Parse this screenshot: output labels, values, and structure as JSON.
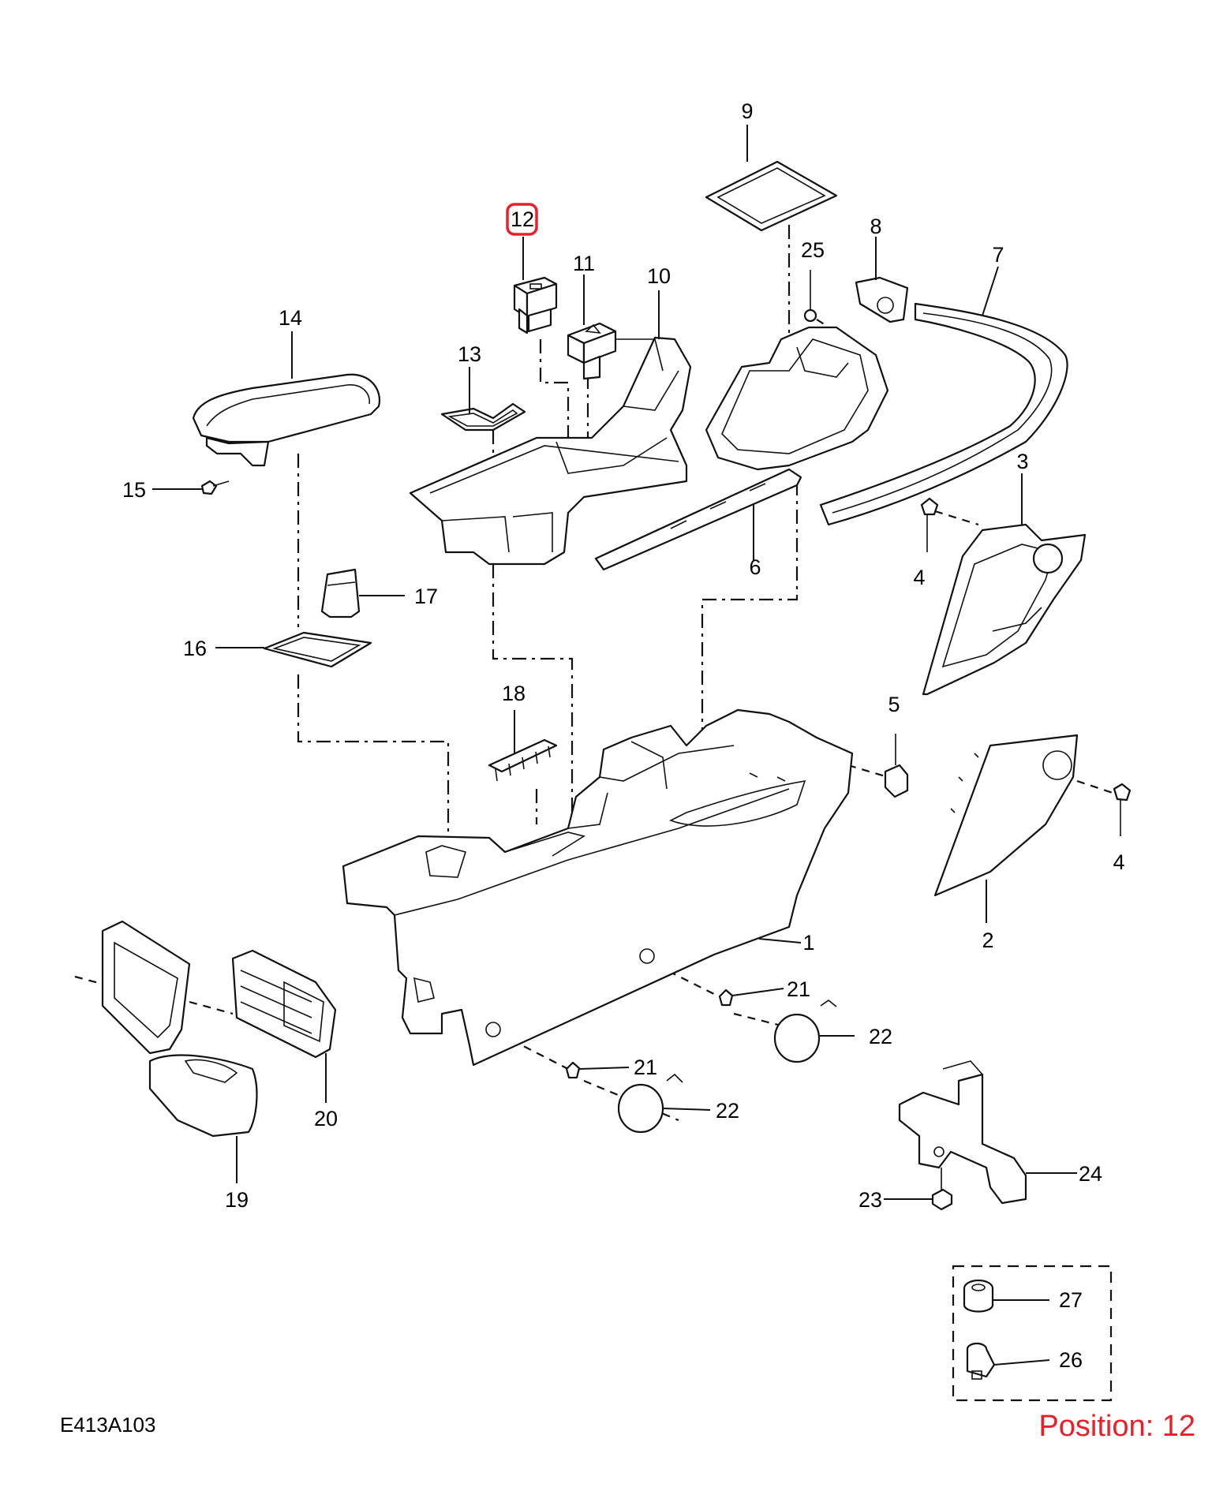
{
  "callouts": {
    "c1": "1",
    "c2": "2",
    "c3": "3",
    "c4a": "4",
    "c4b": "4",
    "c5": "5",
    "c6": "6",
    "c7": "7",
    "c8": "8",
    "c9": "9",
    "c10": "10",
    "c11": "11",
    "c12": "12",
    "c13": "13",
    "c14": "14",
    "c15": "15",
    "c16": "16",
    "c17": "17",
    "c18": "18",
    "c19": "19",
    "c20": "20",
    "c21a": "21",
    "c21b": "21",
    "c22a": "22",
    "c22b": "22",
    "c23": "23",
    "c24": "24",
    "c25": "25",
    "c26": "26",
    "c27": "27"
  },
  "diagram_code": "E413A103",
  "position_label": "Position: 12",
  "colors": {
    "highlight": "#e8202a",
    "line": "#111111",
    "background": "#ffffff"
  }
}
